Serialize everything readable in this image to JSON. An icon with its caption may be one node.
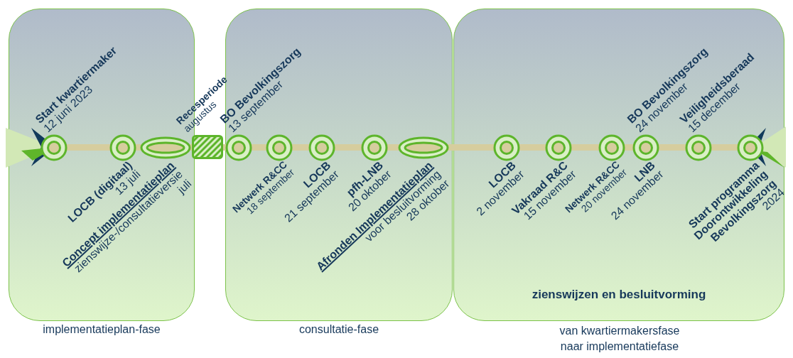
{
  "diagram": {
    "nodes": [
      {
        "text": [
          "implementatieplan-fase"
        ]
      },
      {
        "text": [],
        "shape": "circle",
        "in": 0,
        "beside": [
          "Start kwartiermaker",
          "12 juni 2023"
        ]
      },
      {
        "text": [],
        "shape": "circle",
        "in": 0,
        "beside": [
          "LOCB (digitaal)",
          "13 juli"
        ]
      },
      {
        "text": [],
        "shape": "ellipse",
        "in": 0,
        "beside": [
          "Concept implementatieplan",
          "zienswijze-/consultatieversie",
          "juli"
        ]
      },
      {
        "text": [],
        "shape": "box",
        "beside": [
          "Recesperiode",
          "augustus"
        ]
      },
      {
        "text": [
          "consultatie-fase"
        ]
      },
      {
        "text": [],
        "shape": "circle",
        "in": 5,
        "beside": [
          "BO Bevolkingszorg",
          "13 september"
        ]
      },
      {
        "text": [],
        "shape": "circle",
        "in": 5,
        "beside": [
          "Netwerk R&CC",
          "18 september"
        ]
      },
      {
        "text": [],
        "shape": "circle",
        "in": 5,
        "beside": [
          "LOCB",
          "21 september"
        ]
      },
      {
        "text": [],
        "shape": "circle",
        "in": 5,
        "beside": [
          "pfh-LNB",
          "20 oktober"
        ]
      },
      {
        "text": [],
        "shape": "ellipse",
        "in": 5,
        "beside": [
          "Afronden Implementatieplan",
          "voor besluitvorming",
          "28 oktober"
        ]
      },
      {
        "text": [
          "zienswijzen en besluitvorming",
          "van kwartiermakersfase naar implementatiefase"
        ]
      },
      {
        "text": [],
        "shape": "circle",
        "in": 11,
        "beside": [
          "LOCB",
          "2 november"
        ]
      },
      {
        "text": [],
        "shape": "circle",
        "in": 11,
        "beside": [
          "Vakraad R&C",
          "15 november"
        ]
      },
      {
        "text": [],
        "shape": "circle",
        "in": 11,
        "beside": [
          "Netwerk R&CC",
          "20 november"
        ]
      },
      {
        "text": [],
        "shape": "circle",
        "in": 11,
        "beside": [
          "BO Bevolkingszorg",
          "24 november",
          "LNB",
          "24 november"
        ]
      },
      {
        "text": [],
        "shape": "circle",
        "in": 11,
        "beside": [
          "Veiligheidsberaad",
          "15 december"
        ]
      },
      {
        "text": [],
        "shape": "circle",
        "in": 11,
        "beside": [
          "Start programma Doorontwikkeling Bevolkingszorg",
          "2024"
        ]
      }
    ]
  }
}
